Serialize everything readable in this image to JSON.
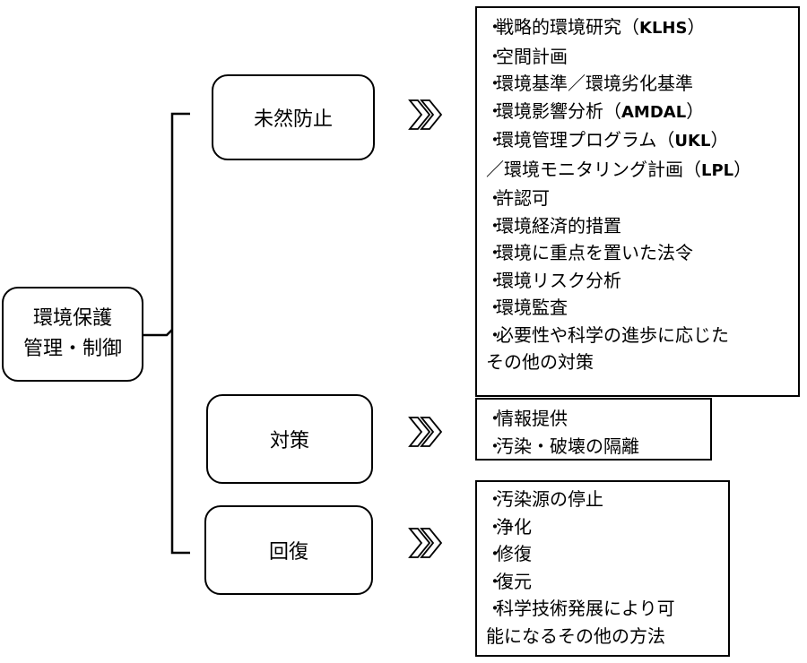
{
  "root": {
    "lines": [
      "環境保護",
      "管理・制御"
    ]
  },
  "categories": [
    {
      "label": "未然防止"
    },
    {
      "label": "対策"
    },
    {
      "label": "回復"
    }
  ],
  "lists": [
    {
      "items": [
        [
          "・",
          "戦略的環境研究（",
          "KLHS",
          "）"
        ],
        [
          "・",
          "空間計画"
        ],
        [
          "・",
          "環境基準／環境劣化基準"
        ],
        [
          "・",
          "環境影響分析（",
          "AMDAL",
          "）"
        ],
        [
          "・",
          "環境管理プログラム（",
          "UKL",
          "）"
        ],
        [
          "",
          "／環境モニタリング計画（",
          "LPL",
          "）"
        ],
        [
          "・",
          "許認可"
        ],
        [
          "・",
          "環境経済的措置"
        ],
        [
          "・",
          "環境に重点を置いた法令"
        ],
        [
          "・",
          "環境リスク分析"
        ],
        [
          "・",
          "環境監査"
        ],
        [
          "・",
          "必要性や科学の進歩に応じた"
        ],
        [
          "",
          "その他の対策"
        ]
      ]
    },
    {
      "items": [
        [
          "・",
          "情報提供"
        ],
        [
          "・",
          "汚染・破壊の隔離"
        ]
      ]
    },
    {
      "items": [
        [
          "・",
          "汚染源の停止"
        ],
        [
          "・",
          "浄化"
        ],
        [
          "・",
          "修復"
        ],
        [
          "・",
          "復元"
        ],
        [
          "・",
          "科学技術発展により可"
        ],
        [
          "",
          "能になるその他の方法"
        ]
      ]
    }
  ]
}
